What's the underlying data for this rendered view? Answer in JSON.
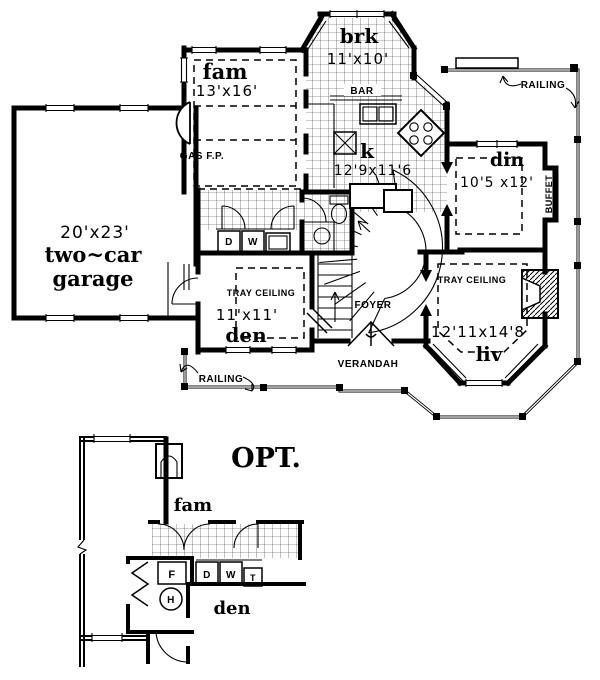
{
  "colors": {
    "ink": "#000000",
    "paper": "#ffffff"
  },
  "main": {
    "garage": {
      "dim": "20'x23'",
      "name1": "two~car",
      "name2": "garage"
    },
    "fam": {
      "name": "fam",
      "dim": "13'x16'",
      "fireplace": "GAS F.P."
    },
    "brk": {
      "name": "brk",
      "dim": "11'x10'"
    },
    "bar": "BAR",
    "kitchen": {
      "name": "k",
      "dim": "12'9x11'6"
    },
    "din": {
      "name": "din",
      "dim": "10'5 x12'",
      "buffet": "BUFFET"
    },
    "den": {
      "name": "den",
      "dim": "11'x11'",
      "tray": "TRAY CEILING"
    },
    "liv": {
      "name": "liv",
      "dim": "12'11x14'8",
      "tray": "TRAY CEILING"
    },
    "foyer": "FOYER",
    "verandah": "VERANDAH",
    "railing_top": "RAILING",
    "railing_bottom": "RAILING",
    "laundry": {
      "dryer": "D",
      "washer": "W"
    }
  },
  "opt": {
    "title": "OPT.",
    "fam": "fam",
    "den": "den",
    "furnace": "F",
    "water_heater": "H",
    "dryer": "D",
    "washer": "W",
    "tub": "T"
  }
}
